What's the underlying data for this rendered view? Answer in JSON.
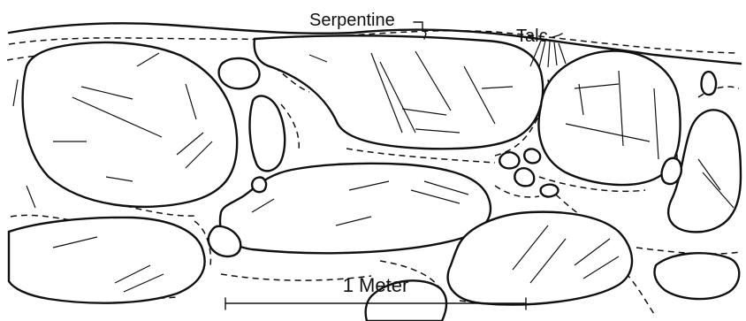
{
  "labels": {
    "serpentine": "Serpentine",
    "talc": "Talc"
  },
  "scale_bar": {
    "label": "1 Meter"
  }
}
